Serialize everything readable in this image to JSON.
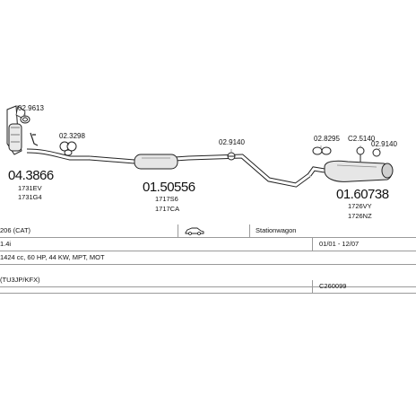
{
  "parts": {
    "cat_converter": {
      "code": "04.3866",
      "refs": [
        "1731EV",
        "1731G4"
      ]
    },
    "cat_clamp": {
      "code": "02.9613"
    },
    "front_clamp": {
      "code": "02.3298"
    },
    "center_silencer": {
      "code": "01.50556",
      "refs": [
        "1717S6",
        "1717CA"
      ]
    },
    "center_hanger": {
      "code": "02.9140"
    },
    "rear_clamp": {
      "code": "02.8295"
    },
    "rear_hanger_a": {
      "code": "C2.5140"
    },
    "rear_hanger_b": {
      "code": "02.9140"
    },
    "rear_silencer": {
      "code": "01.60738",
      "refs": [
        "1726VY",
        "1726NZ"
      ]
    }
  },
  "info": {
    "model": "206 (CAT)",
    "body": "Stationwagon",
    "engine": "1.4i",
    "dates": "01/01 - 12/07",
    "spec": "1424 cc, 60 HP, 44 KW, MPT, MOT",
    "engine_code": "(TU3JP/KFX)",
    "ref_code": "C260099"
  },
  "icons": {
    "car": "car-side-icon"
  }
}
